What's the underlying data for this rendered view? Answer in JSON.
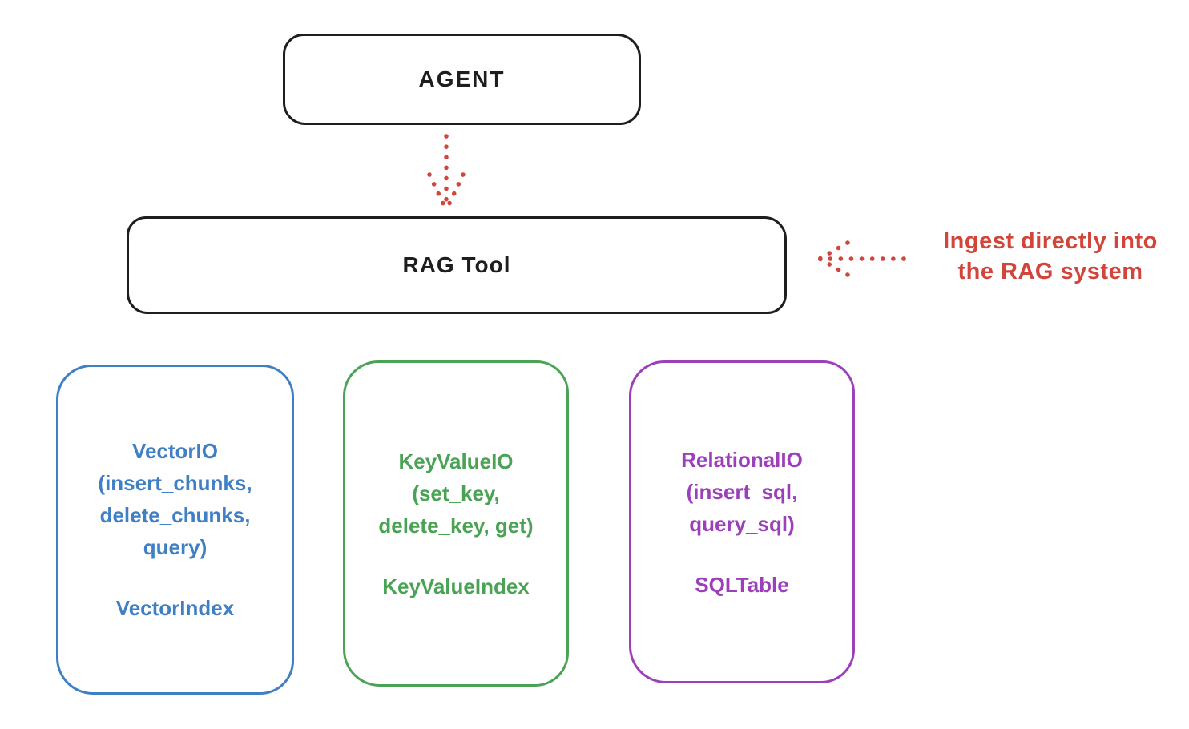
{
  "diagram": {
    "agent": {
      "label": "AGENT"
    },
    "rag_tool": {
      "label": "RAG Tool"
    },
    "annotation": {
      "line1": "Ingest directly into",
      "line2": "the RAG system",
      "color": "#d1453b"
    },
    "colors": {
      "ink": "#1e1e1e",
      "red": "#d1453b",
      "blue": "#3f7fc4",
      "green": "#4aa355",
      "purple": "#9c40ba"
    },
    "io_boxes": [
      {
        "id": "vector-io",
        "color": "#3f7fc4",
        "lines": [
          "VectorIO",
          "(insert_chunks,",
          "delete_chunks,",
          "query)"
        ],
        "index_label": "VectorIndex"
      },
      {
        "id": "keyvalue-io",
        "color": "#4aa355",
        "lines": [
          "KeyValueIO",
          "(set_key,",
          "delete_key, get)"
        ],
        "index_label": "KeyValueIndex"
      },
      {
        "id": "relational-io",
        "color": "#9c40ba",
        "lines": [
          "RelationalIO",
          "(insert_sql,",
          "query_sql)"
        ],
        "index_label": "SQLTable"
      }
    ]
  }
}
